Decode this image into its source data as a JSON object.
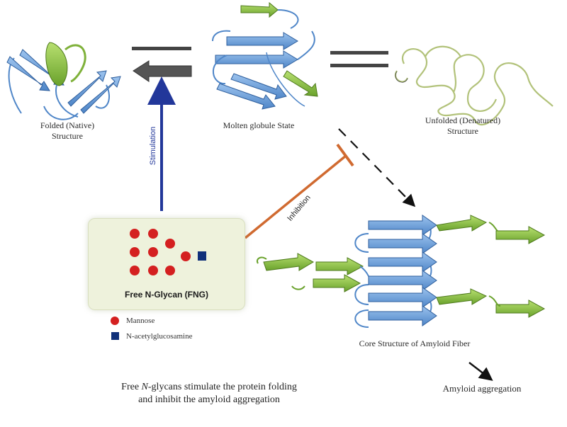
{
  "labels": {
    "folded": [
      "Folded (Native)",
      "Structure"
    ],
    "molten": "Molten globule State",
    "unfolded": [
      "Unfolded (Denatured)",
      "Structure"
    ],
    "amyloid_core": "Core Structure of Amyloid Fiber",
    "amyloid_aggregation": "Amyloid aggregation",
    "stimulation": "Stimulation",
    "inhibition": "Inhibition"
  },
  "fng": {
    "title": "Free N-Glycan (FNG)",
    "legend": [
      {
        "name": "Mannose",
        "color": "#d42020",
        "shape": "circle"
      },
      {
        "name": "N-acetylglucosamine",
        "color": "#10307a",
        "shape": "square"
      }
    ]
  },
  "caption": {
    "line1_pre": "Free ",
    "line1_italic": "N",
    "line1_post": "-glycans stimulate the protein folding",
    "line2": "and inhibit the amyloid aggregation"
  },
  "colors": {
    "beta_strand": "#6aa0dc",
    "helix": "#8cc040",
    "stimulation_arrow": "#22379a",
    "inhibition_line": "#d06a30",
    "equilibrium": "#444444"
  }
}
